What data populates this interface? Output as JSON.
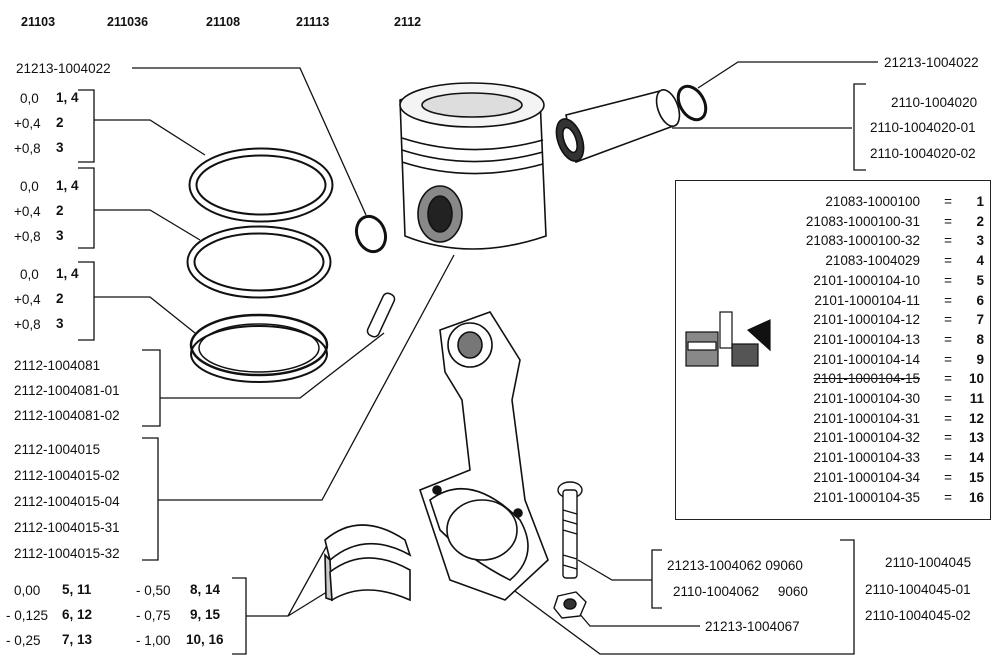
{
  "header_models": [
    "21103",
    "211036",
    "21108",
    "21113",
    "2112"
  ],
  "labels": {
    "ring_lock_left": "21213-1004022",
    "ring_lock_right": "21213-1004022",
    "pin_codes": [
      "2110-1004020",
      "2110-1004020-01",
      "2110-1004020-02"
    ],
    "ring_groups": [
      {
        "rows": [
          {
            "size": "0,0",
            "cls": "1, 4"
          },
          {
            "size": "+0,4",
            "cls": "2"
          },
          {
            "size": "+0,8",
            "cls": "3"
          }
        ]
      },
      {
        "rows": [
          {
            "size": "0,0",
            "cls": "1, 4"
          },
          {
            "size": "+0,4",
            "cls": "2"
          },
          {
            "size": "+0,8",
            "cls": "3"
          }
        ]
      },
      {
        "rows": [
          {
            "size": "0,0",
            "cls": "1, 4"
          },
          {
            "size": "+0,4",
            "cls": "2"
          },
          {
            "size": "+0,8",
            "cls": "3"
          }
        ]
      }
    ],
    "piston_codes": [
      "2112-1004081",
      "2112-1004081-01",
      "2112-1004081-02"
    ],
    "piston_assy_codes": [
      "2112-1004015",
      "2112-1004015-02",
      "2112-1004015-04",
      "2112-1004015-31",
      "2112-1004015-32"
    ],
    "bearing_left": [
      {
        "size": "0,00",
        "cls": "5, 11"
      },
      {
        "size": "- 0,125",
        "cls": "6, 12"
      },
      {
        "size": "- 0,25",
        "cls": "7, 13"
      }
    ],
    "bearing_right": [
      {
        "size": "- 0,50",
        "cls": "8, 14"
      },
      {
        "size": "- 0,75",
        "cls": "9, 15"
      },
      {
        "size": "- 1,00",
        "cls": "10, 16"
      }
    ],
    "bolt_codes": [
      "21213-1004062 09060",
      "2110-1004062     9060"
    ],
    "nut_code": "21213-1004067",
    "rod_codes": [
      "2110-1004045",
      "2110-1004045-01",
      "2110-1004045-02"
    ],
    "kit_table": [
      {
        "code": "21083-1000100",
        "eq": "=",
        "num": "1"
      },
      {
        "code": "21083-1000100-31",
        "eq": "=",
        "num": "2"
      },
      {
        "code": "21083-1000100-32",
        "eq": "=",
        "num": "3"
      },
      {
        "code": "21083-1004029",
        "eq": "=",
        "num": "4"
      },
      {
        "code": "2101-1000104-10",
        "eq": "=",
        "num": "5"
      },
      {
        "code": "2101-1000104-11",
        "eq": "=",
        "num": "6"
      },
      {
        "code": "2101-1000104-12",
        "eq": "=",
        "num": "7"
      },
      {
        "code": "2101-1000104-13",
        "eq": "=",
        "num": "8"
      },
      {
        "code": "2101-1000104-14",
        "eq": "=",
        "num": "9"
      },
      {
        "code": "2101-1000104-15",
        "eq": "=",
        "num": "10"
      },
      {
        "code": "2101-1000104-30",
        "eq": "=",
        "num": "11"
      },
      {
        "code": "2101-1000104-31",
        "eq": "=",
        "num": "12"
      },
      {
        "code": "2101-1000104-32",
        "eq": "=",
        "num": "13"
      },
      {
        "code": "2101-1000104-33",
        "eq": "=",
        "num": "14"
      },
      {
        "code": "2101-1000104-34",
        "eq": "=",
        "num": "15"
      },
      {
        "code": "2101-1000104-35",
        "eq": "=",
        "num": "16"
      }
    ]
  }
}
